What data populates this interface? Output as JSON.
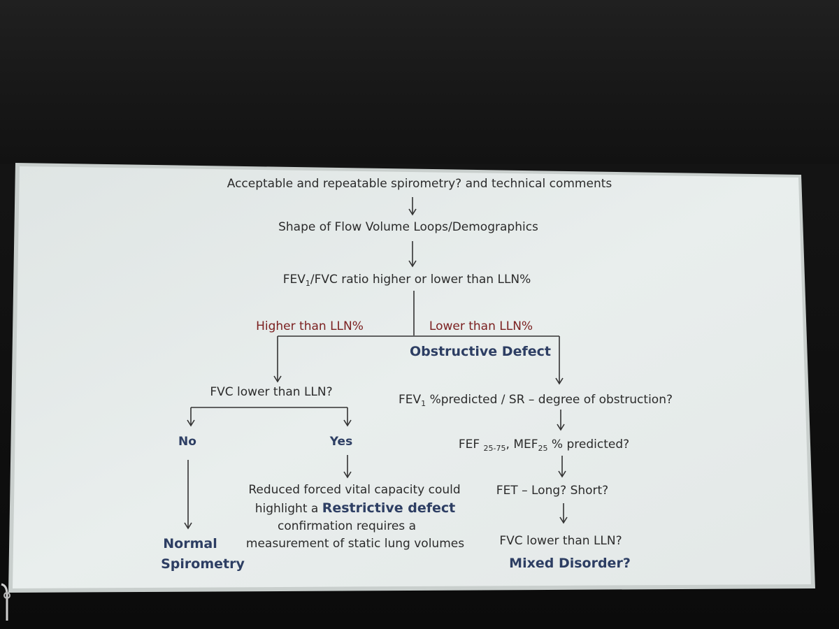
{
  "diagram": {
    "step1": "Acceptable and repeatable spirometry? and technical comments",
    "step2": "Shape of Flow Volume Loops/Demographics",
    "step3": {
      "pre": "FEV",
      "sub": "1",
      "post": "/FVC ratio higher or lower than LLN%"
    },
    "branch_higher": "Higher than LLN%",
    "branch_lower": "Lower than LLN%",
    "obstructive": "Obstructive Defect",
    "fvc_question": "FVC lower than LLN?",
    "no_label": "No",
    "yes_label": "Yes",
    "normal_line1": "Normal",
    "normal_line2": "Spirometry",
    "reduced_line1": "Reduced forced vital capacity could",
    "reduced_line2_pre": "highlight a",
    "reduced_line2_bold": "Restrictive defect",
    "reduced_line3": "confirmation requires  a",
    "reduced_line4": "measurement of static lung volumes",
    "obs_step1": {
      "pre": "FEV",
      "sub": "1",
      "post": " %predicted / SR – degree of obstruction?"
    },
    "obs_step2": {
      "a": "FEF ",
      "sub1": "25-75",
      "b": ", MEF",
      "sub2": "25",
      "c": " % predicted?"
    },
    "obs_step3": "FET – Long? Short?",
    "obs_step4": "FVC lower than LLN?",
    "mixed": "Mixed Disorder?"
  },
  "colors": {
    "screen": "#e8eceb",
    "text": "#2b2b2b",
    "branch_red": "#7b2020",
    "emphasis_blue": "#2d3e63"
  }
}
